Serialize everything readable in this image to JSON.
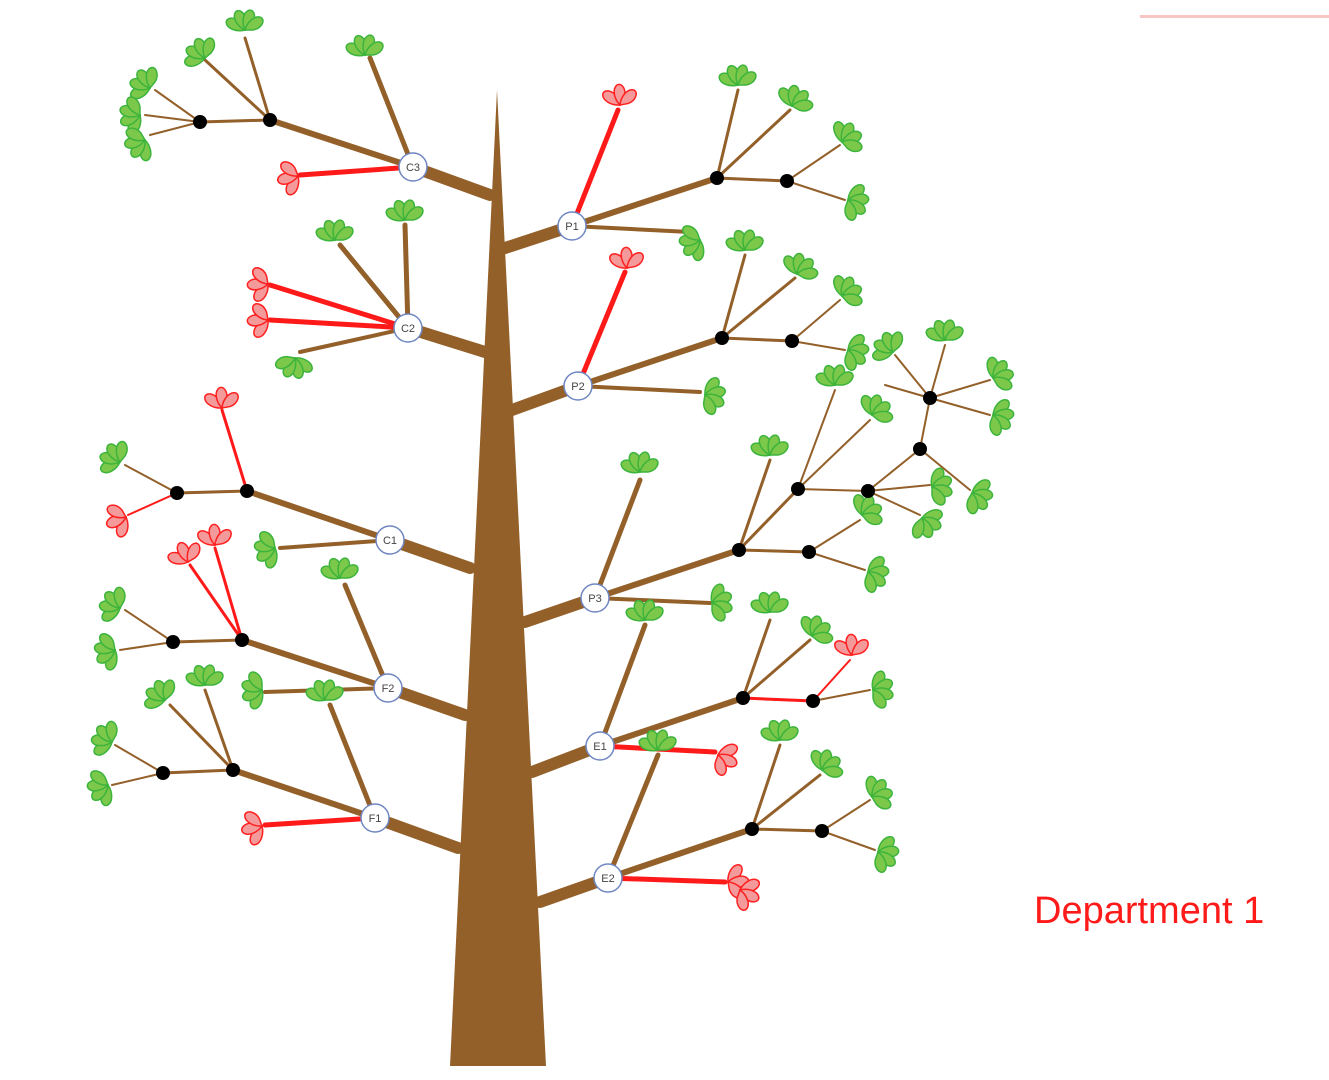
{
  "diagram": {
    "title": "Department 1",
    "colors": {
      "trunk": "#93602a",
      "healthy_leaf": "#7cc84a",
      "healthy_leaf_stroke": "#3cb43c",
      "problem_leaf": "#f59a9a",
      "problem_leaf_stroke": "#ff2020",
      "problem_branch": "#ff1a1a",
      "node_fill": "#ffffff",
      "node_stroke": "#6f86c2",
      "junction": "#000000",
      "label": "#ff1a1a"
    },
    "nodes": [
      {
        "id": "C3",
        "label": "C3",
        "side": "left"
      },
      {
        "id": "C2",
        "label": "C2",
        "side": "left"
      },
      {
        "id": "C1",
        "label": "C1",
        "side": "left"
      },
      {
        "id": "F2",
        "label": "F2",
        "side": "left"
      },
      {
        "id": "F1",
        "label": "F1",
        "side": "left"
      },
      {
        "id": "P1",
        "label": "P1",
        "side": "right"
      },
      {
        "id": "P2",
        "label": "P2",
        "side": "right"
      },
      {
        "id": "P3",
        "label": "P3",
        "side": "right"
      },
      {
        "id": "E1",
        "label": "E1",
        "side": "right"
      },
      {
        "id": "E2",
        "label": "E2",
        "side": "right"
      }
    ]
  }
}
